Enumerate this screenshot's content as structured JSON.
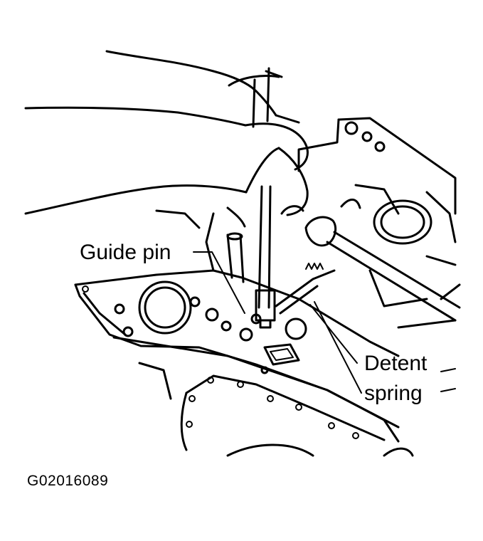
{
  "figure": {
    "id": "G02016089",
    "labels": {
      "guide_pin": "Guide pin",
      "detent_line1": "Detent",
      "detent_line2": "spring"
    }
  }
}
